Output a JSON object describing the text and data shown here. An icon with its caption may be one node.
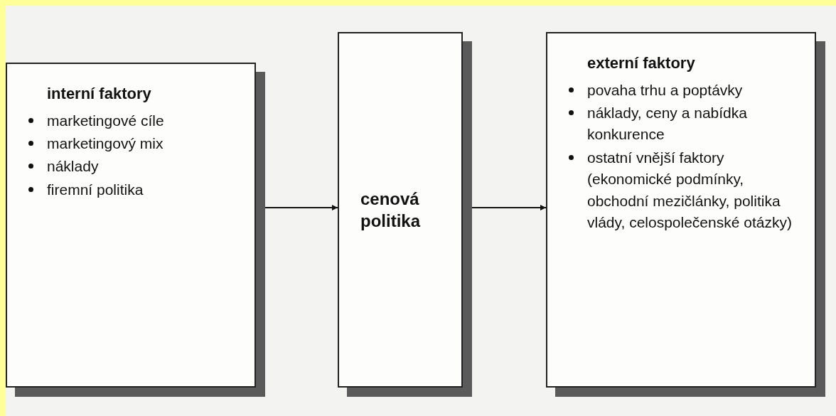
{
  "diagram": {
    "nodes": [
      {
        "text": [
          "interní faktory",
          "marketingové cíle",
          "marketingový mix",
          "náklady",
          "firemní politika"
        ]
      },
      {
        "text": [
          "cenová politika"
        ]
      },
      {
        "text": [
          "externí faktory",
          "povaha trhu a poptávky",
          "náklady, ceny a nabídka konkurence",
          "ostatní vnější faktory (ekonomické podmínky, obchodní mezičlánky, politika vlády, celospolečenské otázky)"
        ]
      }
    ],
    "edges": [
      {
        "from": 0,
        "to": 1,
        "arrow": "to"
      },
      {
        "from": 1,
        "to": 2,
        "arrow": "to"
      }
    ]
  }
}
